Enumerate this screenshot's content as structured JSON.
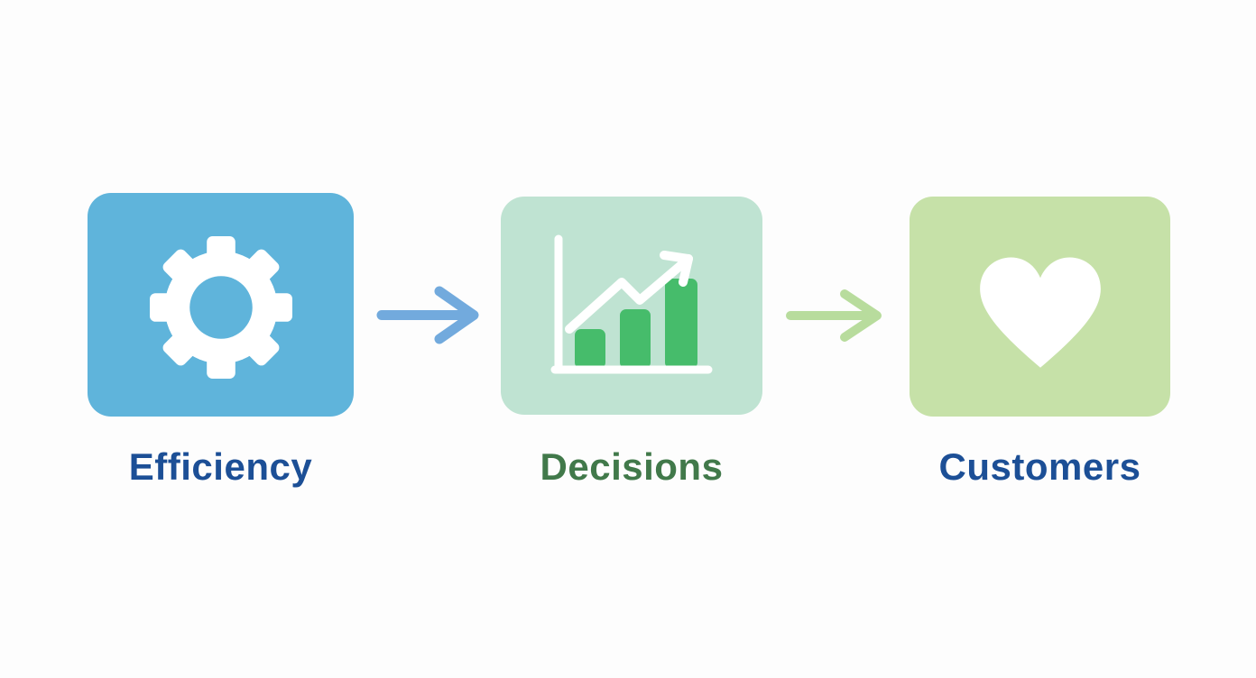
{
  "diagram": {
    "type": "process-flow",
    "background_color": "#FDFDFD",
    "steps": [
      {
        "label": "Efficiency",
        "icon": "gear-icon",
        "box_color": "#5FB4DB",
        "icon_color": "#FFFFFF",
        "label_color": "#1C4F96"
      },
      {
        "label": "Decisions",
        "icon": "bar-chart-growth-icon",
        "box_color": "#BFE3D2",
        "icon_color": "#FFFFFF",
        "bar_color": "#46BC6B",
        "label_color": "#41794A"
      },
      {
        "label": "Customers",
        "icon": "heart-icon",
        "box_color": "#C6E1A8",
        "icon_color": "#FFFFFF",
        "label_color": "#1C4F96"
      }
    ],
    "arrows": [
      {
        "from": "Efficiency",
        "to": "Decisions",
        "color": "#72AADD"
      },
      {
        "from": "Decisions",
        "to": "Customers",
        "color": "#B8DC9D"
      }
    ]
  }
}
